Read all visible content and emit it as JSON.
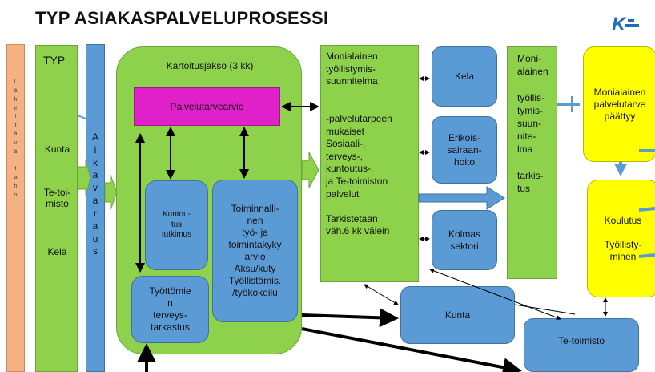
{
  "title": "TYP ASIAKASPALVELUPROSESSI",
  "logo": {
    "text": "K",
    "icon": "typ-logo-icon"
  },
  "lahettava": "L\nä\nh\ne\nt\nt\nä\nv\nä\n\nt\na\nh\no",
  "typ": {
    "title": "TYP",
    "kunta": "Kunta",
    "tetoimisto": "Te-toi-\nmisto",
    "kela": "Kela"
  },
  "aikavaraus": "A\ni\nk\na\nv\na\nr\na\nu\ns",
  "kartoitus": {
    "title": "Kartoitusjakso (3 kk)",
    "palvelutarvearvio": "Palvelutarvearvio",
    "kuntoutustutkimus": "Kuntou-\ntus\ntutkimus",
    "toiminnallinen": "Toiminnalli-\nnen\ntyö- ja\ntoimintakyky\narvio\nAksu/kuty\nTyöllistämis.\n/työkokeilu",
    "tyottomien": "Työttömie\nn\nterveys-\ntarkastus"
  },
  "monialainen": "Monialainen\ntyöllistymis-\nsuunnitelma\n\n\n-palvelutarpeen\nmukaiset\nSosiaali-,\nterveys-,\nkuntoutus-,\nja Te-toimiston\npalvelut\n\nTarkistetaan\nväh.6 kk välein",
  "kela": "Kela",
  "erikois": "Erikois-\nsairaan-\nhoito",
  "kolmas": "Kolmas\nsektori",
  "tarkistus": "Moni-\nalainen\n\ntyöllis-\ntymis-\nsuun-\nnite-\nlma\n\ntarkis-\ntus",
  "paattyy": "Monialainen\npalvelutarve\npäättyy",
  "koulutus": "Koulutus\n\nTyöllisty-\nminen",
  "kunta_box": "Kunta",
  "tetoimisto_box": "Te-toimisto",
  "colors": {
    "green": "#8ed14b",
    "blue": "#5b9bd5",
    "magenta": "#e020c8",
    "yellow": "#ffff00",
    "peach": "#f4b183"
  }
}
